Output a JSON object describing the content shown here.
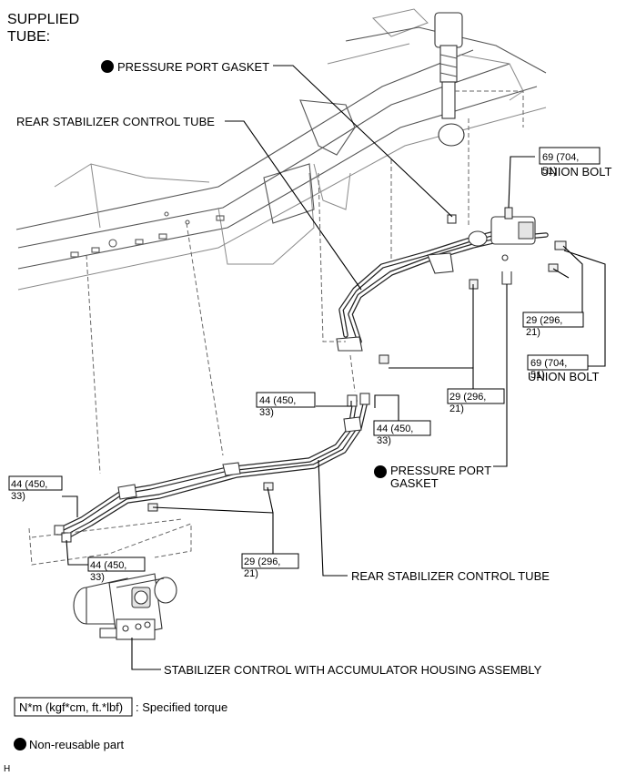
{
  "title_lines": [
    "SUPPLIED",
    "TUBE:"
  ],
  "labels": {
    "pressure_port_gasket_top": "PRESSURE PORT GASKET",
    "rear_stabilizer_control_tube_top": "REAR STABILIZER CONTROL TUBE",
    "union_bolt_1": "UNION BOLT",
    "union_bolt_2": "UNION BOLT",
    "pressure_port_gasket_bottom_1": "PRESSURE PORT",
    "pressure_port_gasket_bottom_2": "GASKET",
    "rear_stabilizer_control_tube_bottom": "REAR STABILIZER CONTROL TUBE",
    "stabilizer_assembly": "STABILIZER CONTROL WITH ACCUMULATOR HOUSING ASSEMBLY"
  },
  "torques": {
    "t69_a": [
      "69 (704,",
      "51)"
    ],
    "t69_b": [
      "69 (704,",
      "51)"
    ],
    "t29_a": [
      "29 (296,",
      "21)"
    ],
    "t29_b": [
      "29 (296,",
      "21)"
    ],
    "t29_c": [
      "29 (296,",
      "21)"
    ],
    "t44_a": [
      "44 (450,",
      "33)"
    ],
    "t44_b": [
      "44 (450,",
      "33)"
    ],
    "t44_c": [
      "44 (450,",
      "33)"
    ],
    "t44_d": [
      "44 (450,",
      "33)"
    ]
  },
  "legend": {
    "torque_box": "N*m (kgf*cm, ft.*lbf)",
    "torque_desc": ": Specified torque",
    "non_reusable": "Non-reusable part"
  },
  "corner_mark": "H",
  "icons": {
    "non_reusable_marker": "filled-circle",
    "bolt": "hex-bolt-icon"
  },
  "colors": {
    "ink": "#000000",
    "frame": "#555555",
    "leader": "#000000"
  }
}
